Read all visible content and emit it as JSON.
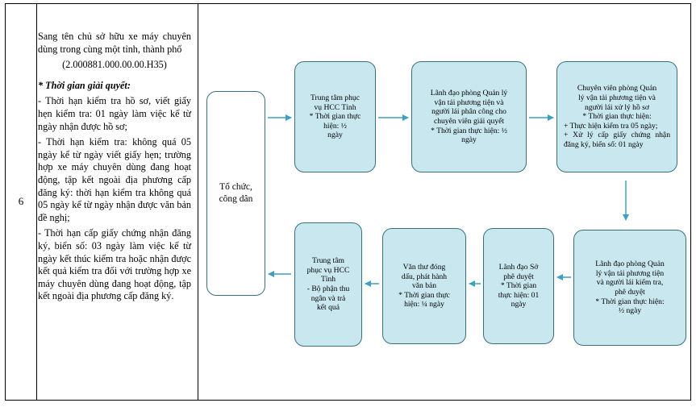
{
  "row_number": "6",
  "procedure": {
    "title": "Sang tên chủ sở hữu xe máy chuyên dùng trong cùng một tỉnh, thành phố",
    "code": "(2.000881.000.00.00.H35)",
    "time_heading": "* Thời gian giải quyết:",
    "paragraphs": [
      "- Thời hạn kiểm tra hồ sơ, viết giấy hẹn kiểm tra: 01 ngày làm việc kể từ ngày nhận được hồ sơ;",
      "- Thời hạn kiểm tra: không quá 05 ngày kể từ ngày viết giấy hẹn; trường hợp xe máy chuyên dùng đang hoạt động, tập kết ngoài địa phương cấp đăng ký: thời hạn kiểm tra không quá 05 ngày kể từ ngày nhận được văn bản đề nghị;",
      "- Thời hạn cấp giấy chứng nhận đăng ký, biển số: 03 ngày làm việc kể từ ngày kết thúc kiểm tra hoặc nhận được kết quả kiểm tra đối với trường hợp xe máy chuyên dùng đang hoạt động, tập kết ngoài địa phương cấp đăng ký."
    ]
  },
  "flow": {
    "citizen": {
      "line1": "Tổ chức,",
      "line2": "công dân"
    },
    "hcc_receive": {
      "l1": "Trung tâm phục",
      "l2": "vụ HCC Tỉnh",
      "l3": "* Thời gian thực",
      "l4": "hiện: ½",
      "l5": "ngày"
    },
    "leader_assign": {
      "l1": "Lãnh đạo phòng Quản lý",
      "l2": "vận tải phương tiện và",
      "l3": "người lái phân công cho",
      "l4": "chuyên viên giải quyết",
      "l5": "* Thời gian thực hiện: ½",
      "l6": "ngày"
    },
    "specialist": {
      "l1": "Chuyên viên phòng Quản",
      "l2": "lý vận tải phương tiện và",
      "l3": "người lái xử lý hồ sơ",
      "l4": "* Thời gian thực hiện:",
      "l5": "+ Thực hiện kiểm tra 05 ngày;",
      "l6": "+ Xử lý cấp giấy chứng nhận đăng ký, biển số: 01 ngày"
    },
    "leader_review": {
      "l1": "Lãnh đạo phòng Quản",
      "l2": "lý vận tải phương tiện",
      "l3": "và người lái kiểm tra,",
      "l4": "phê duyệt",
      "l5": "* Thời gian thực hiện:",
      "l6": "½ ngày"
    },
    "dept_leader": {
      "l1": "Lãnh đạo Sở",
      "l2": "phê duyệt",
      "l3": "* Thời gian",
      "l4": "thực hiện: 01",
      "l5": "ngày"
    },
    "clerk": {
      "l1": "Văn thư đóng",
      "l2": "dấu, phát hành",
      "l3": "văn bản",
      "l4": "* Thời gian thực",
      "l5": "hiện: ¼ ngày"
    },
    "hcc_return": {
      "l1": "Trung tâm",
      "l2": "phục vụ HCC",
      "l3": "Tỉnh",
      "l4": "- Bộ phận thu",
      "l5": "ngân và trả",
      "l6": "kết quả"
    }
  },
  "colors": {
    "box_fill": "#c9e7ef",
    "box_border": "#3a6f7e",
    "arrow": "#3f9fc0"
  }
}
